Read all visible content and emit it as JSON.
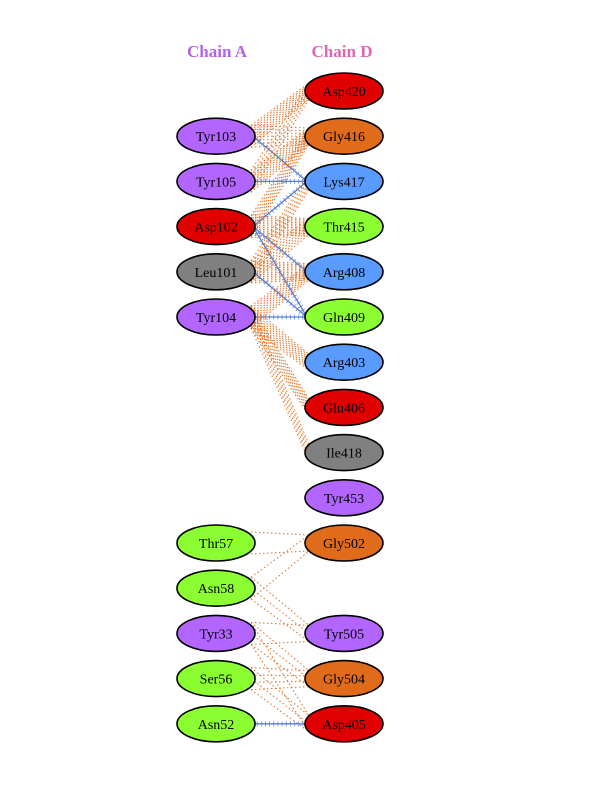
{
  "chains": {
    "left": {
      "label": "Chain A",
      "color": "#b266e6"
    },
    "right": {
      "label": "Chain D",
      "color": "#e066b3"
    }
  },
  "colors": {
    "purple": "#b266ff",
    "orange": "#e06b1a",
    "blue": "#5a9bff",
    "green": "#8cff33",
    "red": "#e00000",
    "gray": "#808080",
    "hydrophobic_line": "#e06b1a",
    "hbond_line": "#5a7fd9"
  },
  "left_residues": [
    {
      "id": "Tyr103",
      "label": "Tyr103",
      "color": "purple",
      "slot": 1
    },
    {
      "id": "Tyr105",
      "label": "Tyr105",
      "color": "purple",
      "slot": 2
    },
    {
      "id": "Asp102",
      "label": "Asp102",
      "color": "red",
      "slot": 3
    },
    {
      "id": "Leu101",
      "label": "Leu101",
      "color": "gray",
      "slot": 4
    },
    {
      "id": "Tyr104",
      "label": "Tyr104",
      "color": "purple",
      "slot": 5
    },
    {
      "id": "Thr57",
      "label": "Thr57",
      "color": "green",
      "slot": 10
    },
    {
      "id": "Asn58",
      "label": "Asn58",
      "color": "green",
      "slot": 11
    },
    {
      "id": "Tyr33",
      "label": "Tyr33",
      "color": "purple",
      "slot": 12
    },
    {
      "id": "Ser56",
      "label": "Ser56",
      "color": "green",
      "slot": 13
    },
    {
      "id": "Asn52",
      "label": "Asn52",
      "color": "green",
      "slot": 14
    }
  ],
  "right_residues": [
    {
      "id": "Asp420",
      "label": "Asp420",
      "color": "red",
      "slot": 0
    },
    {
      "id": "Gly416",
      "label": "Gly416",
      "color": "orange",
      "slot": 1
    },
    {
      "id": "Lys417",
      "label": "Lys417",
      "color": "blue",
      "slot": 2
    },
    {
      "id": "Thr415",
      "label": "Thr415",
      "color": "green",
      "slot": 3
    },
    {
      "id": "Arg408",
      "label": "Arg408",
      "color": "blue",
      "slot": 4
    },
    {
      "id": "Gln409",
      "label": "Gln409",
      "color": "green",
      "slot": 5
    },
    {
      "id": "Arg403",
      "label": "Arg403",
      "color": "blue",
      "slot": 6
    },
    {
      "id": "Glu406",
      "label": "Glu406",
      "color": "red",
      "slot": 7
    },
    {
      "id": "Ile418",
      "label": "Ile418",
      "color": "gray",
      "slot": 8
    },
    {
      "id": "Tyr453",
      "label": "Tyr453",
      "color": "purple",
      "slot": 9
    },
    {
      "id": "Gly502",
      "label": "Gly502",
      "color": "orange",
      "slot": 10
    },
    {
      "id": "Tyr505",
      "label": "Tyr505",
      "color": "purple",
      "slot": 12
    },
    {
      "id": "Gly504",
      "label": "Gly504",
      "color": "orange",
      "slot": 13
    },
    {
      "id": "Asp405",
      "label": "Asp405",
      "color": "red",
      "slot": 14
    }
  ],
  "interactions": [
    {
      "from": "Tyr103",
      "to": "Asp420",
      "type": "hydrophobic",
      "density": 10
    },
    {
      "from": "Tyr103",
      "to": "Gly416",
      "type": "hydrophobic",
      "density": 7
    },
    {
      "from": "Tyr103",
      "to": "Lys417",
      "type": "hbond",
      "density": 1
    },
    {
      "from": "Tyr105",
      "to": "Gly416",
      "type": "hydrophobic",
      "density": 10
    },
    {
      "from": "Tyr105",
      "to": "Lys417",
      "type": "hbond",
      "density": 2
    },
    {
      "from": "Tyr105",
      "to": "Asp420",
      "type": "hydrophobic",
      "density": 5
    },
    {
      "from": "Asp102",
      "to": "Lys417",
      "type": "hbond",
      "density": 2
    },
    {
      "from": "Asp102",
      "to": "Thr415",
      "type": "hydrophobic",
      "density": 12
    },
    {
      "from": "Asp102",
      "to": "Arg408",
      "type": "hbond",
      "density": 2
    },
    {
      "from": "Asp102",
      "to": "Gln409",
      "type": "hbond",
      "density": 1
    },
    {
      "from": "Asp102",
      "to": "Gly416",
      "type": "hydrophobic",
      "density": 8
    },
    {
      "from": "Leu101",
      "to": "Arg408",
      "type": "hydrophobic",
      "density": 12
    },
    {
      "from": "Leu101",
      "to": "Gln409",
      "type": "hbond",
      "density": 1
    },
    {
      "from": "Leu101",
      "to": "Thr415",
      "type": "hydrophobic",
      "density": 8
    },
    {
      "from": "Leu101",
      "to": "Lys417",
      "type": "hydrophobic",
      "density": 6
    },
    {
      "from": "Tyr104",
      "to": "Gln409",
      "type": "hbond",
      "density": 2
    },
    {
      "from": "Tyr104",
      "to": "Arg408",
      "type": "hydrophobic",
      "density": 10
    },
    {
      "from": "Tyr104",
      "to": "Arg403",
      "type": "hydrophobic",
      "density": 10
    },
    {
      "from": "Tyr104",
      "to": "Glu406",
      "type": "hydrophobic",
      "density": 8
    },
    {
      "from": "Tyr104",
      "to": "Ile418",
      "type": "hydrophobic",
      "density": 5
    },
    {
      "from": "Thr57",
      "to": "Gly502",
      "type": "hydrophobic",
      "density": 2
    },
    {
      "from": "Asn58",
      "to": "Gly502",
      "type": "hydrophobic",
      "density": 2
    },
    {
      "from": "Asn58",
      "to": "Tyr505",
      "type": "hydrophobic",
      "density": 3
    },
    {
      "from": "Tyr33",
      "to": "Tyr505",
      "type": "hydrophobic",
      "density": 2
    },
    {
      "from": "Tyr33",
      "to": "Gly504",
      "type": "hydrophobic",
      "density": 3
    },
    {
      "from": "Tyr33",
      "to": "Asp405",
      "type": "hydrophobic",
      "density": 2
    },
    {
      "from": "Ser56",
      "to": "Gly504",
      "type": "hydrophobic",
      "density": 4
    },
    {
      "from": "Ser56",
      "to": "Asp405",
      "type": "hydrophobic",
      "density": 3
    },
    {
      "from": "Asn52",
      "to": "Asp405",
      "type": "hbond",
      "density": 2
    }
  ]
}
